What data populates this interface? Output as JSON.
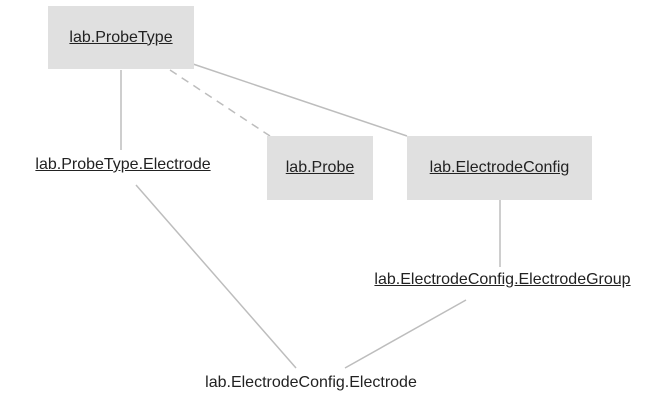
{
  "nodes": {
    "probe_type": {
      "label": "lab.ProbeType",
      "kind": "manual"
    },
    "probe_type_electrode": {
      "label": "lab.ProbeType.Electrode",
      "kind": "part"
    },
    "probe": {
      "label": "lab.Probe",
      "kind": "manual"
    },
    "electrode_config": {
      "label": "lab.ElectrodeConfig",
      "kind": "manual"
    },
    "electrode_config_group": {
      "label": "lab.ElectrodeConfig.ElectrodeGroup",
      "kind": "part"
    },
    "electrode_config_electrode": {
      "label": "lab.ElectrodeConfig.Electrode",
      "kind": "part"
    }
  },
  "edges": [
    {
      "from": "lab.ProbeType",
      "to": "lab.ProbeType.Electrode",
      "style": "solid"
    },
    {
      "from": "lab.ProbeType",
      "to": "lab.Probe",
      "style": "dashed"
    },
    {
      "from": "lab.ProbeType",
      "to": "lab.ElectrodeConfig",
      "style": "solid"
    },
    {
      "from": "lab.ProbeType.Electrode",
      "to": "lab.ElectrodeConfig.Electrode",
      "style": "solid"
    },
    {
      "from": "lab.ElectrodeConfig",
      "to": "lab.ElectrodeConfig.ElectrodeGroup",
      "style": "solid"
    },
    {
      "from": "lab.ElectrodeConfig.ElectrodeGroup",
      "to": "lab.ElectrodeConfig.Electrode",
      "style": "solid"
    }
  ],
  "colors": {
    "box_fill": "#e0e0e0",
    "edge": "#bdbdbd",
    "text": "#222222"
  }
}
